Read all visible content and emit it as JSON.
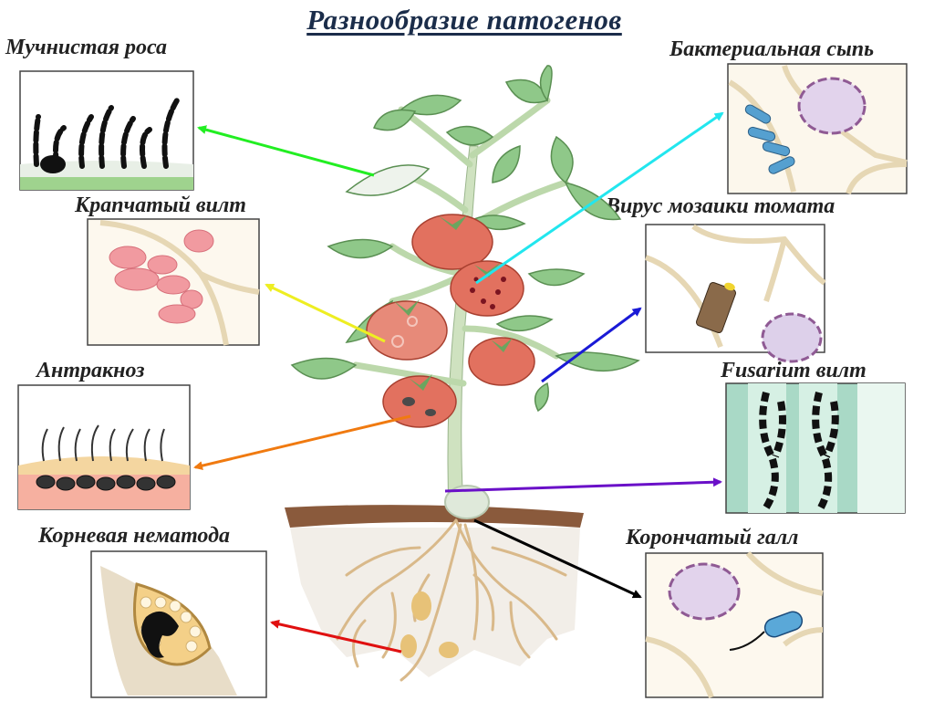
{
  "title": "Разнообразие патогенов",
  "pathogens": [
    {
      "label": "Мучнистая роса",
      "arrow_color": "#22ee22"
    },
    {
      "label": "Бактериальная сыпь",
      "arrow_color": "#22e6ee"
    },
    {
      "label": "Крапчатый вилт",
      "arrow_color": "#eeee22"
    },
    {
      "label": "Вирус мозаики томата",
      "arrow_color": "#1a1ad6"
    },
    {
      "label": "Антракноз",
      "arrow_color": "#f07a10"
    },
    {
      "label": "Fusarium вилт",
      "arrow_color": "#6a10c8"
    },
    {
      "label": "Корневая нематода",
      "arrow_color": "#e01010"
    },
    {
      "label": "Корончатый галл",
      "arrow_color": "#000000"
    }
  ]
}
